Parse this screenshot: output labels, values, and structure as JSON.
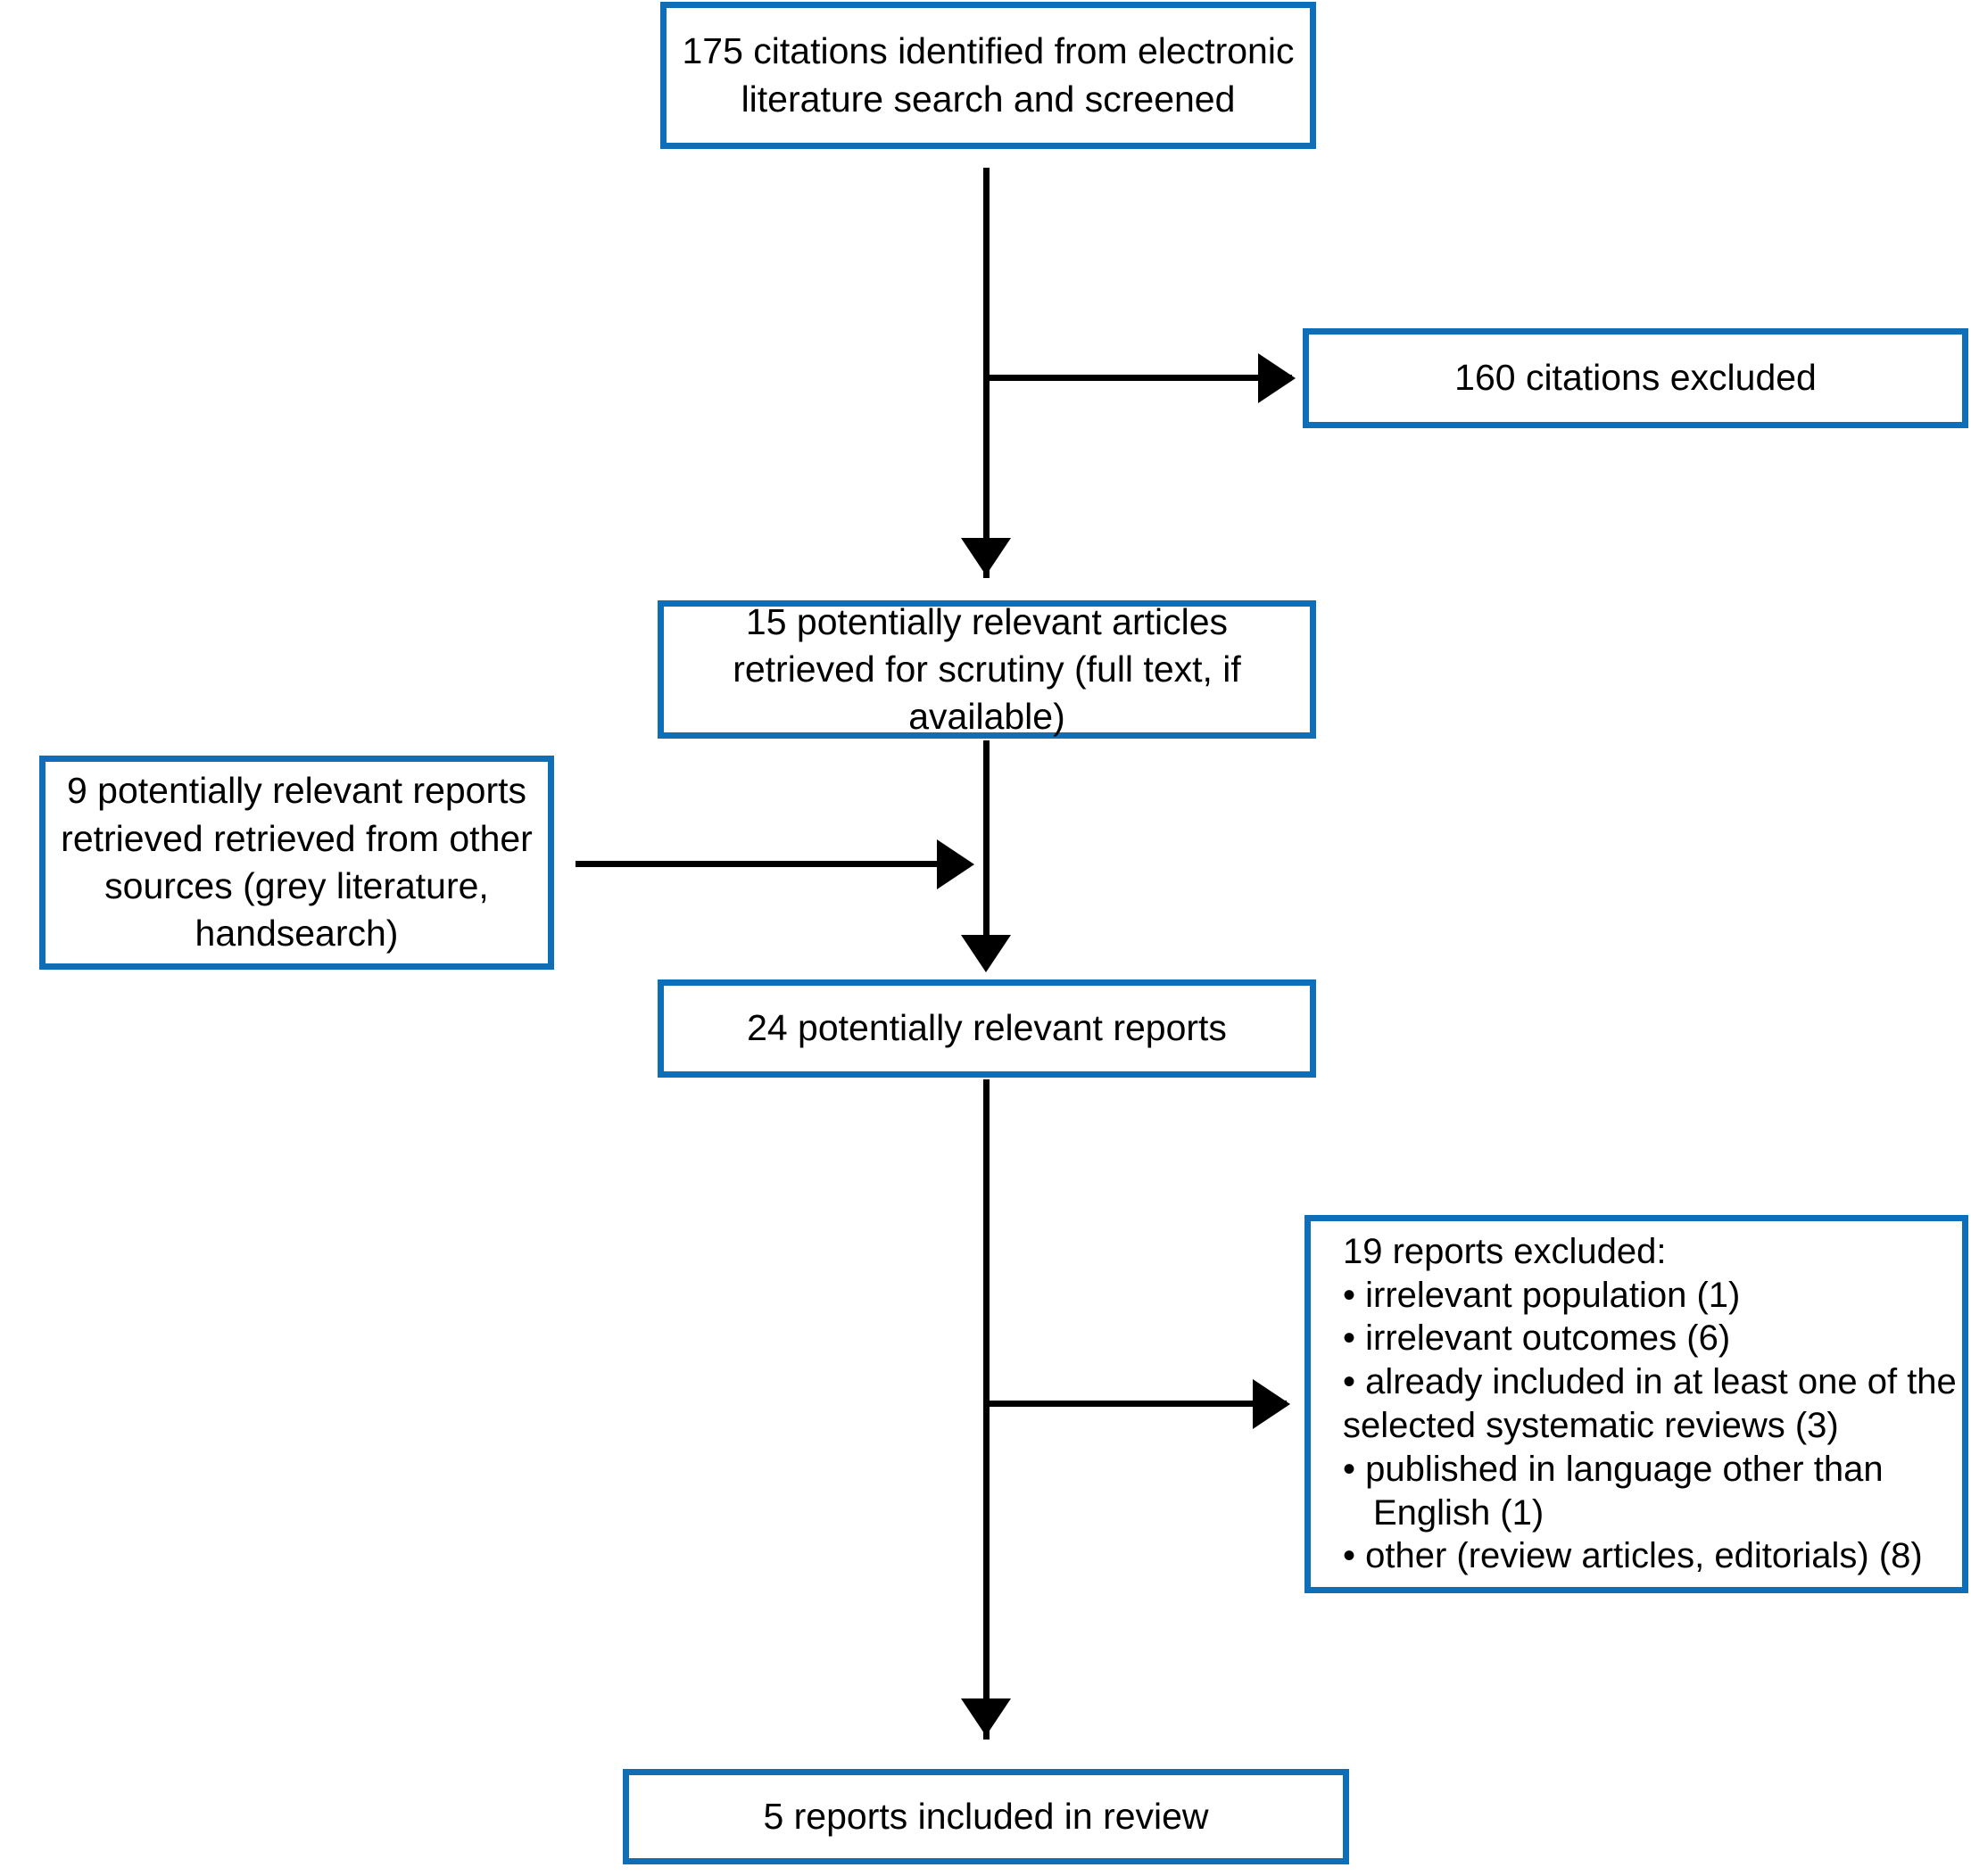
{
  "diagram": {
    "type": "prisma-flow-diagram",
    "title": "Study selection flow diagram",
    "accent_color": "#0f6eb8",
    "line_color": "#000000",
    "background_color": "#ffffff"
  },
  "nodes": {
    "identified": {
      "id": "identified",
      "count": 175,
      "text": "175 citations identified from electronic literature search and screened"
    },
    "excluded_citations": {
      "id": "excluded_citations",
      "count": 160,
      "text": "160 citations excluded"
    },
    "retrieved_articles": {
      "id": "retrieved_articles",
      "count": 15,
      "text": "15 potentially relevant articles retrieved for scrutiny (full text, if available)"
    },
    "other_sources": {
      "id": "other_sources",
      "count": 9,
      "text": "9 potentially relevant reports retrieved retrieved from other sources (grey literature, handsearch)"
    },
    "relevant_reports": {
      "id": "relevant_reports",
      "count": 24,
      "text": "24 potentially relevant reports"
    },
    "excluded_reports": {
      "id": "excluded_reports",
      "count": 19,
      "heading": "19 reports excluded:",
      "reasons": [
        {
          "label": "• irrelevant population (1)",
          "indent": false
        },
        {
          "label": "• irrelevant outcomes (6)",
          "indent": false
        },
        {
          "label": "• already included in at least one of the",
          "indent": false
        },
        {
          "label": "selected systematic reviews (3)",
          "indent": false
        },
        {
          "label": "• published in language other than",
          "indent": false
        },
        {
          "label": "English (1)",
          "indent": true
        },
        {
          "label": "• other (review articles, editorials) (8)",
          "indent": false
        }
      ]
    },
    "included": {
      "id": "included",
      "count": 5,
      "text": "5 reports included in review"
    }
  },
  "edges": [
    {
      "from": "identified",
      "to": "retrieved_articles",
      "direction": "down"
    },
    {
      "from": "identified",
      "to": "excluded_citations",
      "direction": "right"
    },
    {
      "from": "retrieved_articles",
      "to": "relevant_reports",
      "direction": "down"
    },
    {
      "from": "other_sources",
      "to": "relevant_reports",
      "direction": "right"
    },
    {
      "from": "relevant_reports",
      "to": "included",
      "direction": "down"
    },
    {
      "from": "relevant_reports",
      "to": "excluded_reports",
      "direction": "right"
    }
  ]
}
